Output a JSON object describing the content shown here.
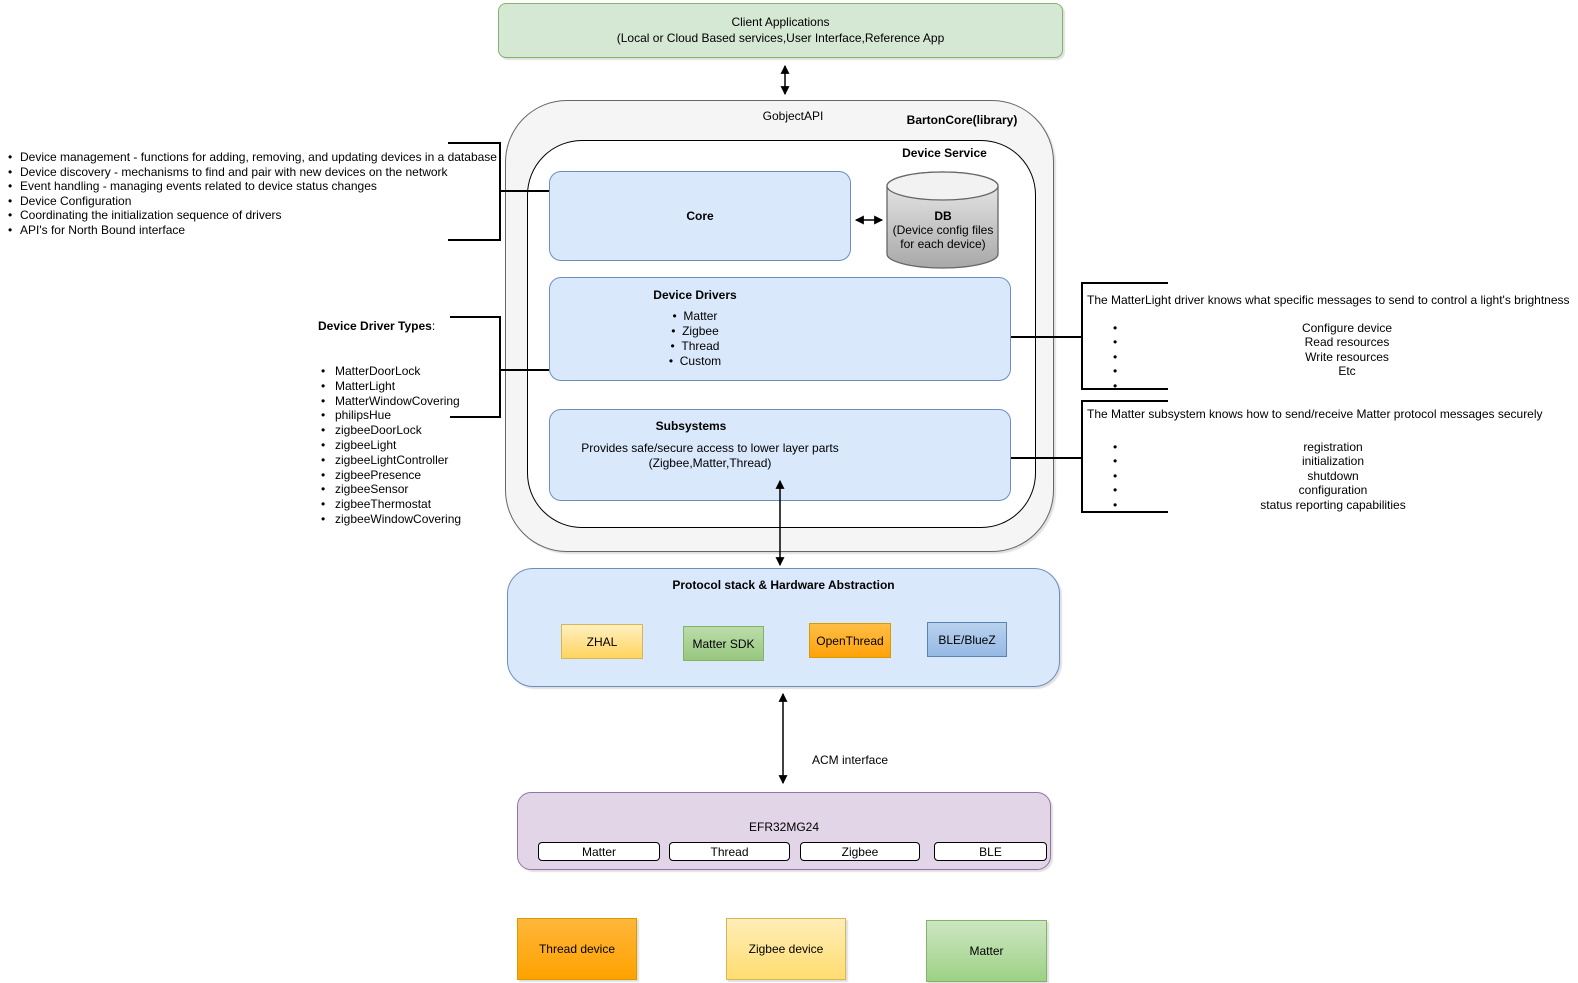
{
  "client_box": {
    "title": "Client Applications",
    "subtitle": "(Local or Cloud Based services,User Interface,Reference App"
  },
  "barton_core": {
    "api_label": "GobjectAPI",
    "title": "BartonCore(library)"
  },
  "device_service": {
    "title": "Device Service"
  },
  "core_box": {
    "label": "Core"
  },
  "db": {
    "title": "DB",
    "line1": "(Device config files",
    "line2": "for each device)"
  },
  "device_drivers": {
    "title": "Device Drivers",
    "items": [
      "Matter",
      "Zigbee",
      "Thread",
      "Custom"
    ]
  },
  "subsystems": {
    "title": "Subsystems",
    "desc1": "Provides safe/secure access to lower layer parts",
    "desc2": "(Zigbee,Matter,Thread)"
  },
  "core_responsibilities": [
    "Device management - functions for adding, removing, and updating devices in a database",
    "Device discovery - mechanisms to find and pair with new devices on the network",
    "Event handling - managing events related to device status changes",
    "Device Configuration",
    "Coordinating the initialization sequence of drivers",
    "API's for North Bound interface"
  ],
  "driver_types": {
    "title": "Device Driver Types",
    "colon": ":",
    "items": [
      "MatterDoorLock",
      "MatterLight",
      "MatterWindowCovering",
      "philipsHue",
      "zigbeeDoorLock",
      "zigbeeLight",
      "zigbeeLightController",
      "zigbeePresence",
      "zigbeeSensor",
      "zigbeeThermostat",
      "zigbeeWindowCovering"
    ]
  },
  "matterlight_note": {
    "intro": "The MatterLight driver knows what specific messages to send to control a light's brightness",
    "items": [
      "Configure device",
      "Read resources",
      "Write resources",
      "Etc",
      ""
    ]
  },
  "matter_subsystem_note": {
    "intro": "The Matter subsystem knows how to send/receive Matter protocol messages securely",
    "items": [
      "registration",
      "initialization",
      "shutdown",
      "configuration",
      "status reporting capabilities"
    ]
  },
  "protocol_stack": {
    "title": "Protocol stack & Hardware Abstraction",
    "components": [
      "ZHAL",
      "Matter SDK",
      "OpenThread",
      "BLE/BlueZ"
    ]
  },
  "acm_label": "ACM interface",
  "efr": {
    "title": "EFR32MG24",
    "radios": [
      "Matter",
      "Thread",
      "Zigbee",
      "BLE"
    ]
  },
  "devices": [
    "Thread device",
    "Zigbee device",
    "Matter"
  ],
  "colors": {
    "green_fill": "#d5e8d4",
    "green_stroke": "#82b366",
    "blue_fill": "#dae8fc",
    "blue_stroke": "#6c8ebf",
    "gray_fill": "#f5f5f5",
    "gray_stroke": "#666666",
    "purple_fill": "#e1d5e7",
    "purple_stroke": "#9673a6",
    "yellow_stroke": "#d6b656",
    "orange_stroke": "#d79b00"
  }
}
